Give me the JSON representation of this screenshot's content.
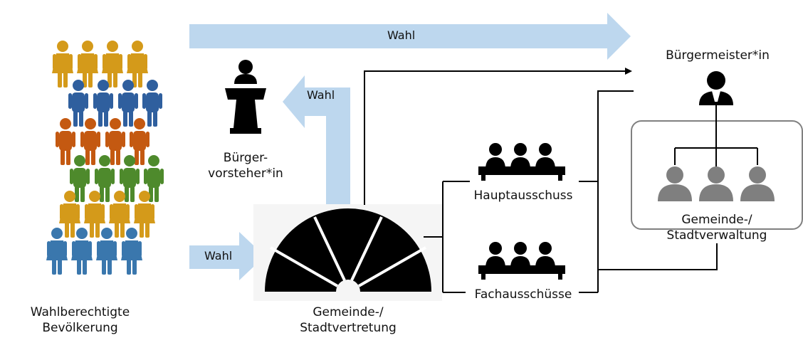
{
  "arrows": {
    "top": "Wahl",
    "up": "Wahl",
    "middle": "Wahl"
  },
  "nodes": {
    "voters": [
      "Wahlberechtigte",
      "Bevölkerung"
    ],
    "speaker": [
      "Bürger-",
      "vorsteher*in"
    ],
    "council": [
      "Gemeinde-/",
      "Stadtvertretung"
    ],
    "main_committee": "Hauptausschuss",
    "committees": "Fachausschüsse",
    "mayor": "Bürgermeister*in",
    "administration": [
      "Gemeinde-/",
      "Stadtverwaltung"
    ]
  },
  "colors": {
    "arrow": "#bdd7ee",
    "icon": "#000000",
    "admin_staff": "#7f7f7f",
    "people_orange": "#d49a1a",
    "people_blue": "#2f5f9e",
    "people_rust": "#c45911",
    "people_green": "#4e8a2c",
    "people_steel": "#3a77ad"
  },
  "icons": [
    "people-crowd-icon",
    "lectern-speaker-icon",
    "parliament-hemicycle-icon",
    "committee-table-icon",
    "mayor-person-icon",
    "staff-person-icon"
  ]
}
